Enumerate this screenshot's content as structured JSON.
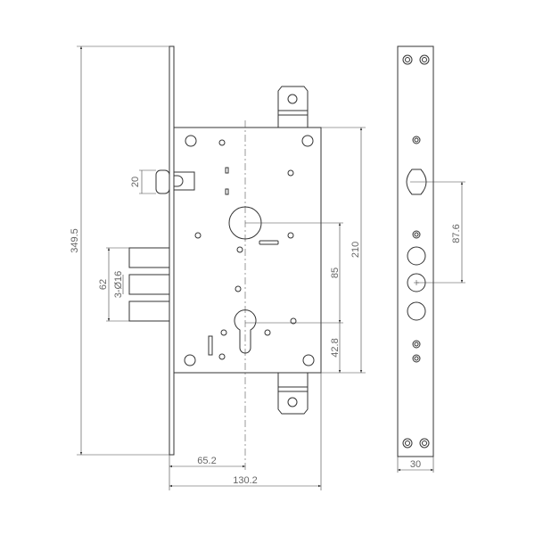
{
  "title": "Mortise lock technical drawing",
  "dimensions": {
    "overall_height": "349.5",
    "latch_height": "20",
    "bolt_span": "62",
    "bolt_diameter": "3-Ø16",
    "case_height": "210",
    "handle_to_cylinder": "85",
    "cylinder_to_bottom": "42.8",
    "backset": "65.2",
    "case_depth": "130.2",
    "faceplate_spacing": "87.6",
    "faceplate_width": "30"
  },
  "colors": {
    "line": "#333333",
    "dimension_text": "#666666"
  }
}
